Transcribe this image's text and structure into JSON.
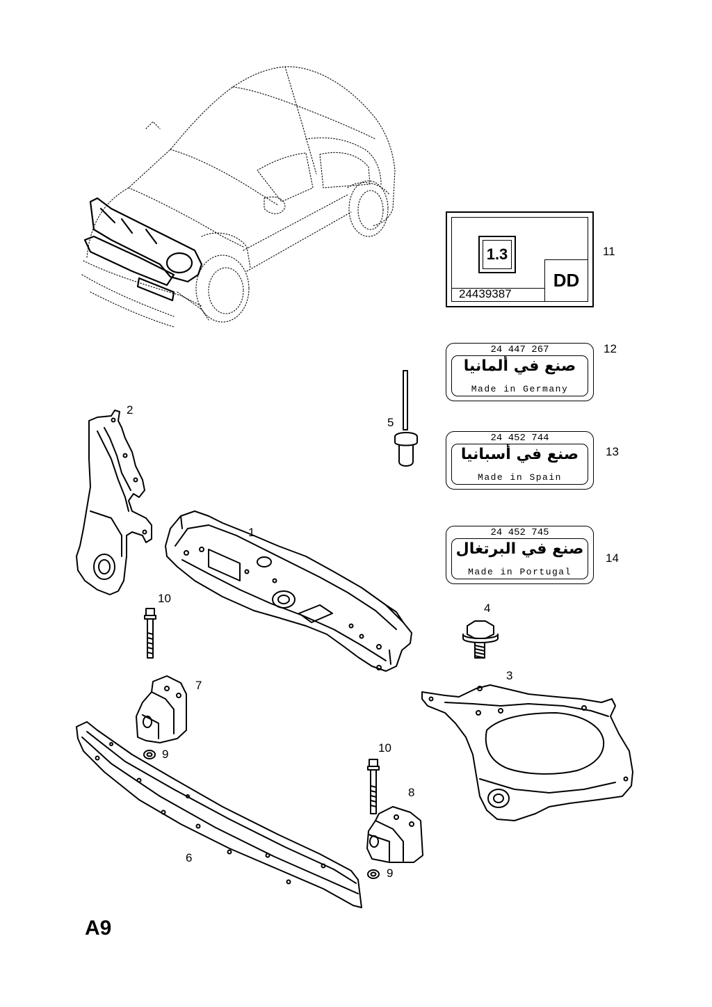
{
  "diagram": {
    "page_code": "A9",
    "callouts": [
      {
        "id": "1",
        "label": "1"
      },
      {
        "id": "2",
        "label": "2"
      },
      {
        "id": "3",
        "label": "3"
      },
      {
        "id": "4",
        "label": "4"
      },
      {
        "id": "5",
        "label": "5"
      },
      {
        "id": "6",
        "label": "6"
      },
      {
        "id": "7",
        "label": "7"
      },
      {
        "id": "8",
        "label": "8"
      },
      {
        "id": "9a",
        "label": "9"
      },
      {
        "id": "9b",
        "label": "9"
      },
      {
        "id": "10a",
        "label": "10"
      },
      {
        "id": "10b",
        "label": "10"
      },
      {
        "id": "11",
        "label": "11"
      },
      {
        "id": "12",
        "label": "12"
      },
      {
        "id": "13",
        "label": "13"
      },
      {
        "id": "14",
        "label": "14"
      }
    ],
    "label_11": {
      "engine": "1.3",
      "code": "DD",
      "part_number": "24439387"
    },
    "country_labels": [
      {
        "part_number": "24 447 267",
        "arabic": "صنع في ألمانيا",
        "english": "Made in Germany"
      },
      {
        "part_number": "24 452 744",
        "arabic": "صنع في أسبانيا",
        "english": "Made in Spain"
      },
      {
        "part_number": "24 452 745",
        "arabic": "صنع في البرتغال",
        "english": "Made in Portugal"
      }
    ]
  }
}
